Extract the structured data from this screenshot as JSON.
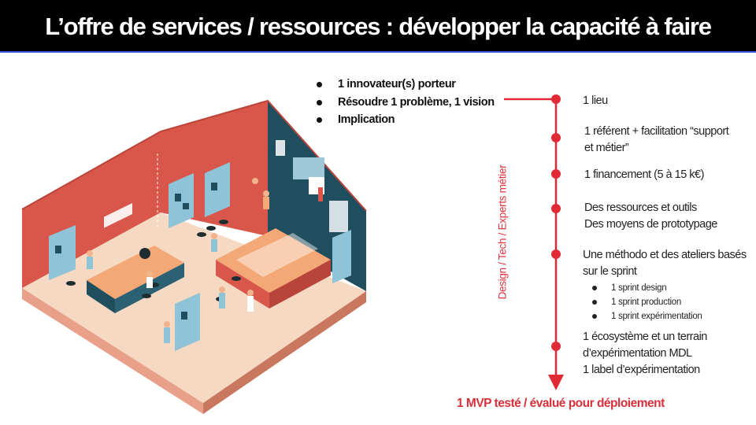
{
  "header": {
    "title": "L’offre de services / ressources : développer la capacité à faire"
  },
  "intro_bullets": [
    "1 innovateur(s) porteur",
    "Résoudre 1 problème, 1 vision",
    "Implication"
  ],
  "timeline": {
    "vertical_label": "Design / Tech / Experts métier",
    "steps": [
      {
        "lines": [
          "1 lieu"
        ]
      },
      {
        "lines": [
          "1 référent + facilitation “support",
          "et métier”"
        ]
      },
      {
        "lines": [
          "1 financement (5 à 15 k€)"
        ]
      },
      {
        "lines": [
          "Des ressources et outils",
          "Des moyens de prototypage"
        ]
      },
      {
        "lines": [
          "Une méthodo et des ateliers basés",
          "sur le sprint"
        ],
        "sub_items": [
          "1 sprint design",
          "1 sprint production",
          "1 sprint expérimentation"
        ]
      },
      {
        "lines": [
          "1 écosystème et un terrain",
          "d’expérimentation MDL",
          "1 label d’expérimentation"
        ]
      }
    ],
    "result": "1 MVP testé / évalué pour déploiement"
  },
  "colors": {
    "accent": "#e02a36",
    "wall": "#d9574a",
    "dark_wall": "#1f4e5f",
    "floor": "#f6d9c3"
  }
}
